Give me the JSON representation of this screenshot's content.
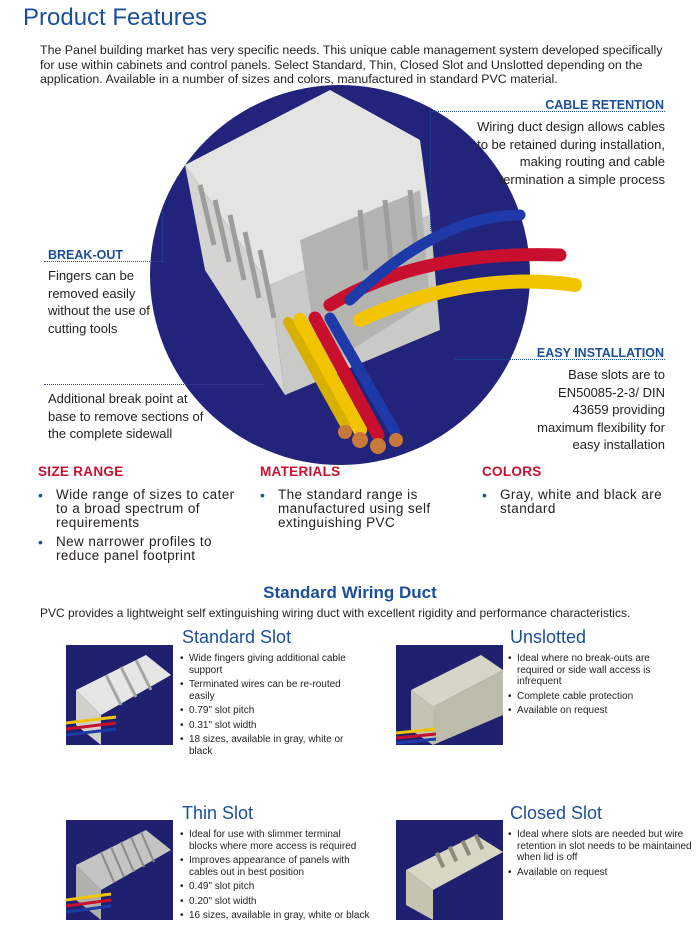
{
  "title": "Product Features",
  "intro": "The Panel building market has very specific needs. This unique cable management system developed specifically for use within cabinets and control panels. Select Standard, Thin, Closed Slot and Unslotted depending on the application. Available in a number of sizes and colors, manufactured in standard PVC material.",
  "callouts": {
    "cable_retention": {
      "heading": "CABLE RETENTION",
      "text": "Wiring duct design allows cables to be retained during installation, making routing and cable termination a simple process"
    },
    "break_out": {
      "heading": "BREAK-OUT",
      "text": "Fingers can be removed easily without the use of cutting tools"
    },
    "break_point": {
      "text": "Additional break point at base to remove sections of the complete sidewall"
    },
    "easy_installation": {
      "heading": "EASY INSTALLATION",
      "text": "Base slots are to EN50085-2-3/ DIN 43659 providing maximum flexibility for easy installation"
    }
  },
  "features": {
    "size_range": {
      "heading": "SIZE RANGE",
      "items": [
        "Wide range of sizes to cater to a broad spectrum of requirements",
        "New narrower profiles to reduce panel footprint"
      ]
    },
    "materials": {
      "heading": "MATERIALS",
      "items": [
        "The standard range is manufactured using self extinguishing PVC"
      ]
    },
    "colors": {
      "heading": "COLORS",
      "items": [
        "Gray, white and black are standard"
      ]
    }
  },
  "swd": {
    "title": "Standard Wiring Duct",
    "description": "PVC provides a lightweight self extinguishing wiring  duct with excellent rigidity and performance characteristics."
  },
  "products": {
    "standard_slot": {
      "name": "Standard Slot",
      "items": [
        "Wide fingers giving additional cable support",
        "Terminated wires can be re-routed easily",
        "0.79\" slot pitch",
        "0.31\" slot width",
        "18 sizes, available in gray, white or black"
      ]
    },
    "unslotted": {
      "name": "Unslotted",
      "items": [
        "Ideal where no break-outs are required or side wall access is infrequent",
        "Complete cable protection",
        "Available on request"
      ]
    },
    "thin_slot": {
      "name": "Thin Slot",
      "items": [
        "Ideal for use with slimmer terminal blocks where more  access is required",
        "Improves appearance of panels with cables out in best position",
        "0.49\" slot pitch",
        "0.20\" slot width",
        "16 sizes, available in gray, white or black"
      ]
    },
    "closed_slot": {
      "name": "Closed Slot",
      "items": [
        "Ideal where slots are needed but wire retention in slot needs to be maintained when lid is off",
        "Available on request"
      ]
    }
  },
  "colors": {
    "accent_blue": "#1b4f9c",
    "accent_red": "#c8102e",
    "circle_navy": "#22237a"
  }
}
